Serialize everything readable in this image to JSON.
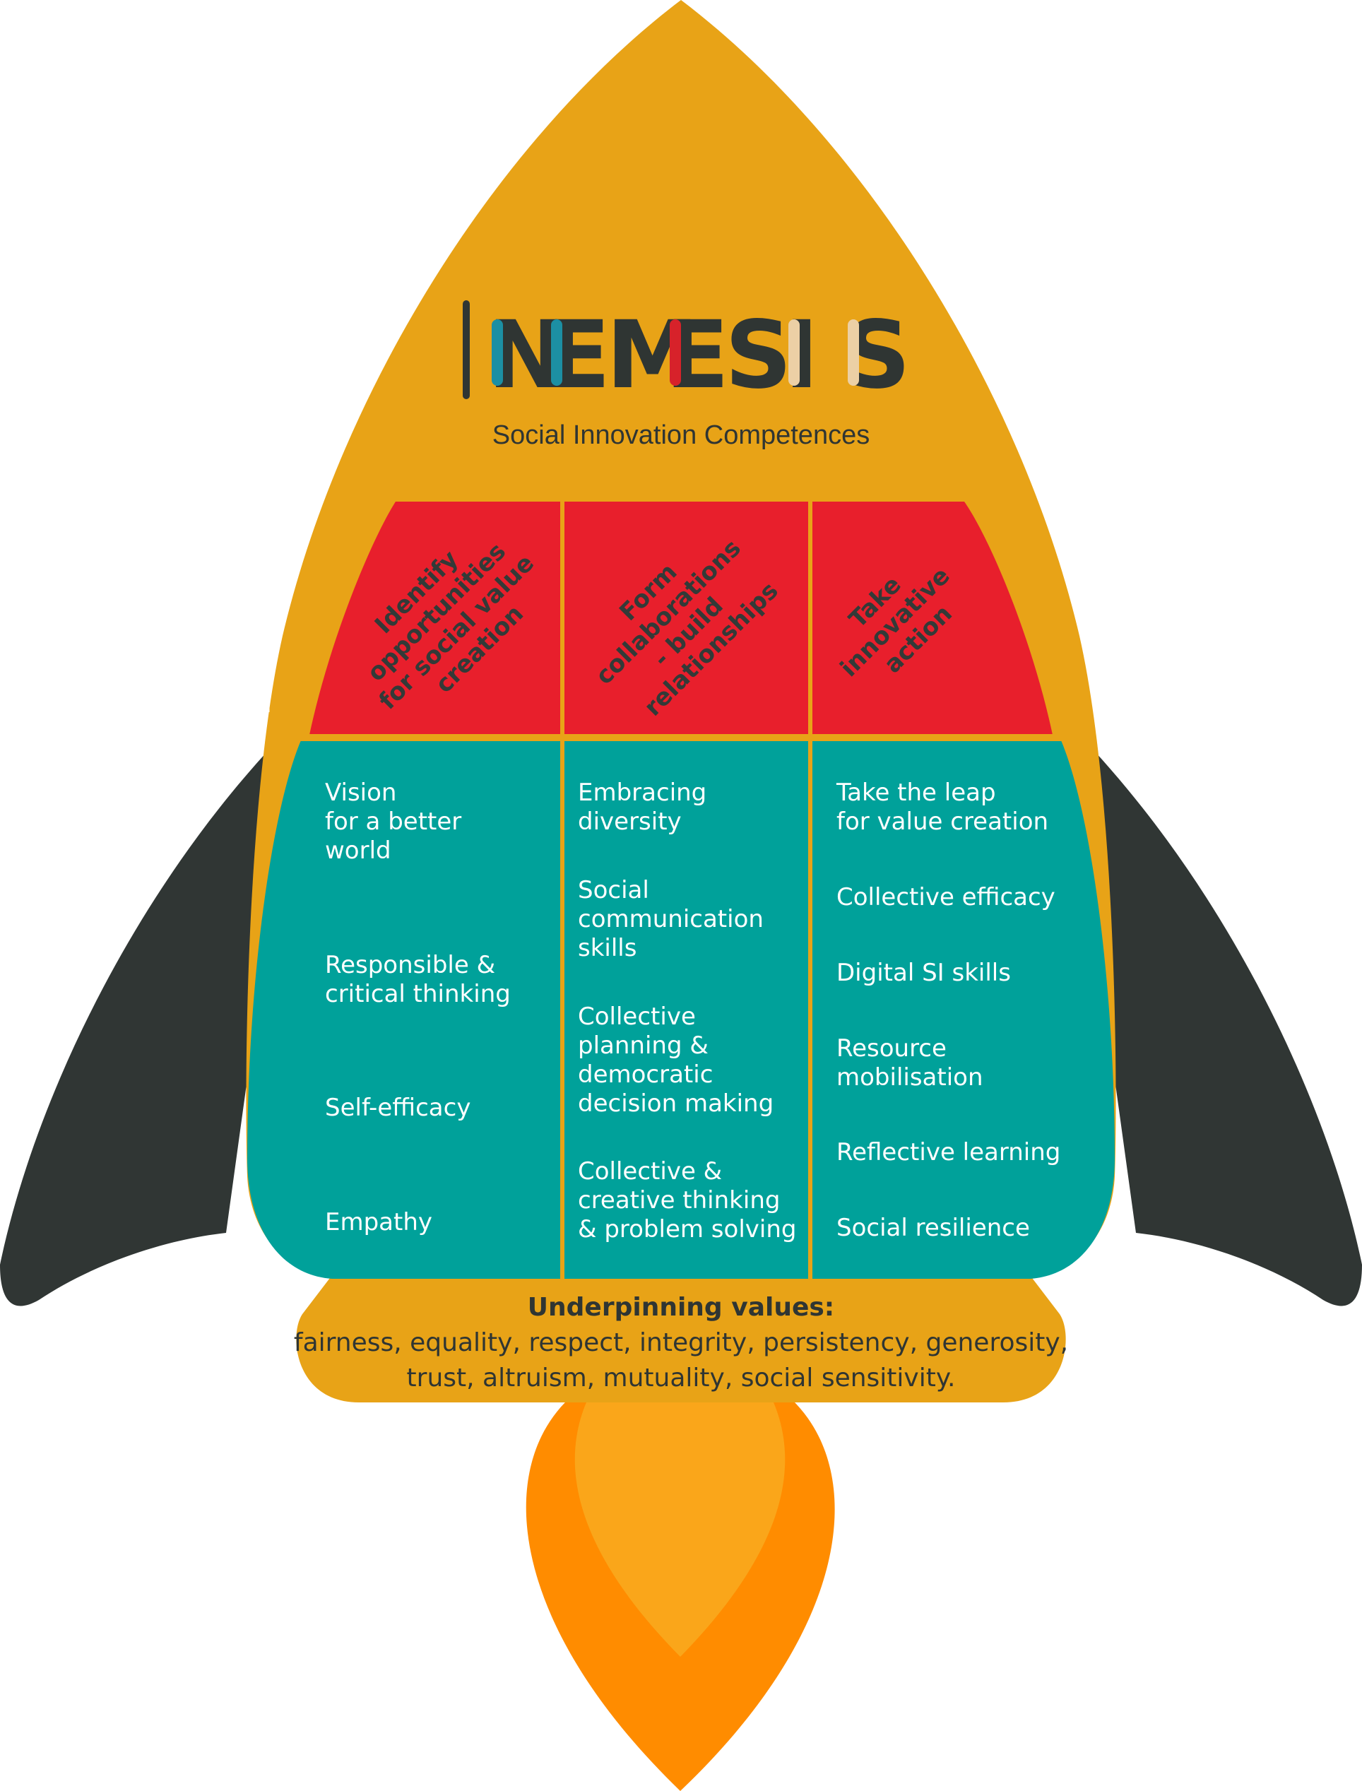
{
  "logo": {
    "letters": [
      {
        "char": "N",
        "color": "#2f3533"
      },
      {
        "char": "E",
        "color": "#2f3533"
      },
      {
        "char": "M",
        "color": "#2f3533"
      },
      {
        "char": "E",
        "color": "#2f3533"
      },
      {
        "char": "S",
        "color": "#2f3533"
      },
      {
        "char": "I",
        "color": "#2f3533"
      },
      {
        "char": "S",
        "color": "#2f3533"
      }
    ],
    "text": "NEMESIS",
    "accent_colors": [
      "#1c8fa3",
      "#d7222a",
      "#ecd0a5"
    ]
  },
  "subtitle": "Social Innovation Competences",
  "areas": [
    {
      "heading": [
        "Identify",
        "opportunities",
        "for social value",
        "creation"
      ],
      "items": [
        [
          "Vision",
          "for a better",
          "world"
        ],
        [
          "Responsible &",
          "critical thinking"
        ],
        [
          "Self-efficacy"
        ],
        [
          "Empathy"
        ]
      ]
    },
    {
      "heading": [
        "Form",
        "collaborations",
        "- build",
        "relationships"
      ],
      "items": [
        [
          "Embracing",
          "diversity"
        ],
        [
          "Social",
          "communication",
          "skills"
        ],
        [
          "Collective",
          "planning &",
          "democratic",
          "decision making"
        ],
        [
          "Collective &",
          "creative thinking",
          "& problem solving"
        ]
      ]
    },
    {
      "heading": [
        "Take",
        "innovative",
        "action"
      ],
      "items": [
        [
          "Take the leap",
          "for value creation"
        ],
        [
          "Collective efficacy"
        ],
        [
          "Digital SI skills"
        ],
        [
          "Resource",
          "mobilisation"
        ],
        [
          "Reflective learning"
        ],
        [
          "Social resilience"
        ]
      ]
    }
  ],
  "values": {
    "title": "Underpinning values:",
    "lines": [
      "fairness, equality, respect, integrity, persistency, generosity,",
      "trust, altruism, mutuality, social sensitivity."
    ]
  },
  "colors": {
    "rocket_body": "#e8a317",
    "header_red": "#e81f2c",
    "panel_teal": "#00a19a",
    "fins": "#303634",
    "flame_outer": "#ff8c00",
    "flame_inner": "#faa61a"
  }
}
